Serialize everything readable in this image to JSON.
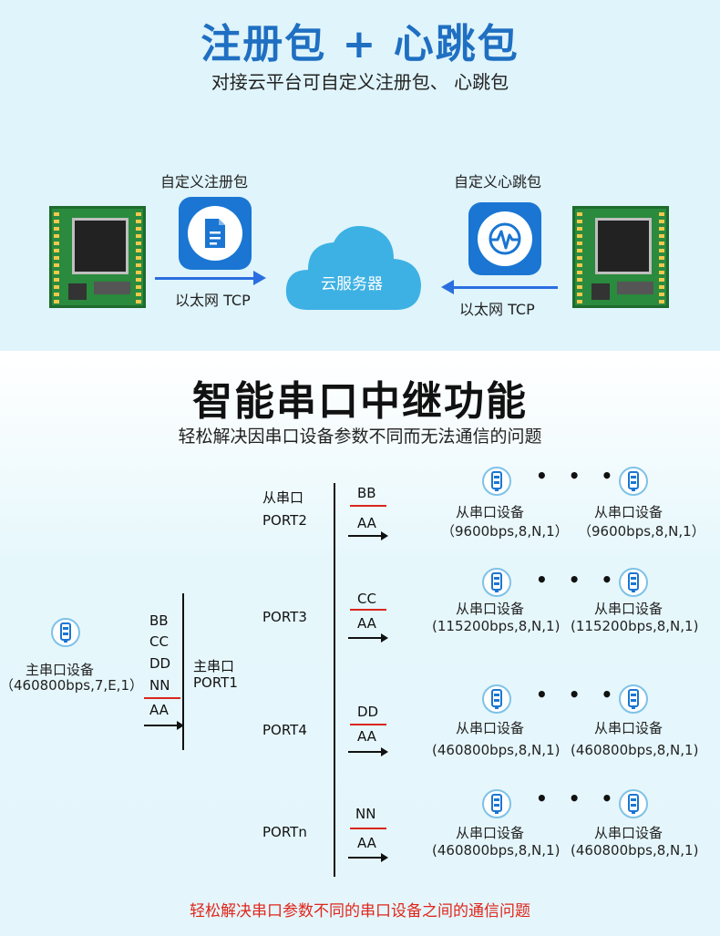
{
  "header": {
    "title": "注册包 + 心跳包",
    "subtitle": "对接云平台可自定义注册包、 心跳包"
  },
  "top_diagram": {
    "left_label": "自定义注册包",
    "right_label": "自定义心跳包",
    "cloud_label": "云服务器",
    "left_link": "以太网 TCP",
    "right_link": "以太网 TCP"
  },
  "relay": {
    "title": "智能串口中继功能",
    "subtitle": "轻松解决因串口设备参数不同而无法通信的问题",
    "master": {
      "name": "主串口设备",
      "params": "（460800bps,7,E,1）",
      "port_name": "主串口",
      "port": "PORT1",
      "signals": [
        "BB",
        "CC",
        "DD",
        "NN",
        "AA"
      ]
    },
    "slave_header": "从串口",
    "ports": [
      {
        "port": "PORT2",
        "in": "BB",
        "out": "AA",
        "dev": "从串口设备",
        "params_a": "（9600bps,8,N,1）",
        "params_b": "（9600bps,8,N,1）"
      },
      {
        "port": "PORT3",
        "in": "CC",
        "out": "AA",
        "dev": "从串口设备",
        "params_a": "(115200bps,8,N,1)",
        "params_b": "(115200bps,8,N,1)"
      },
      {
        "port": "PORT4",
        "in": "DD",
        "out": "AA",
        "dev": "从串口设备",
        "params_a": "(460800bps,8,N,1)",
        "params_b": "(460800bps,8,N,1)"
      },
      {
        "port": "PORTn",
        "in": "NN",
        "out": "AA",
        "dev": "从串口设备",
        "params_a": "(460800bps,8,N,1)",
        "params_b": "(460800bps,8,N,1)"
      }
    ],
    "dots": "• • •",
    "footer": "轻松解决串口参数不同的串口设备之间的通信问题"
  },
  "colors": {
    "accent": "#1f6fc2",
    "cloud": "#3db1e3",
    "red": "#e0251b"
  }
}
